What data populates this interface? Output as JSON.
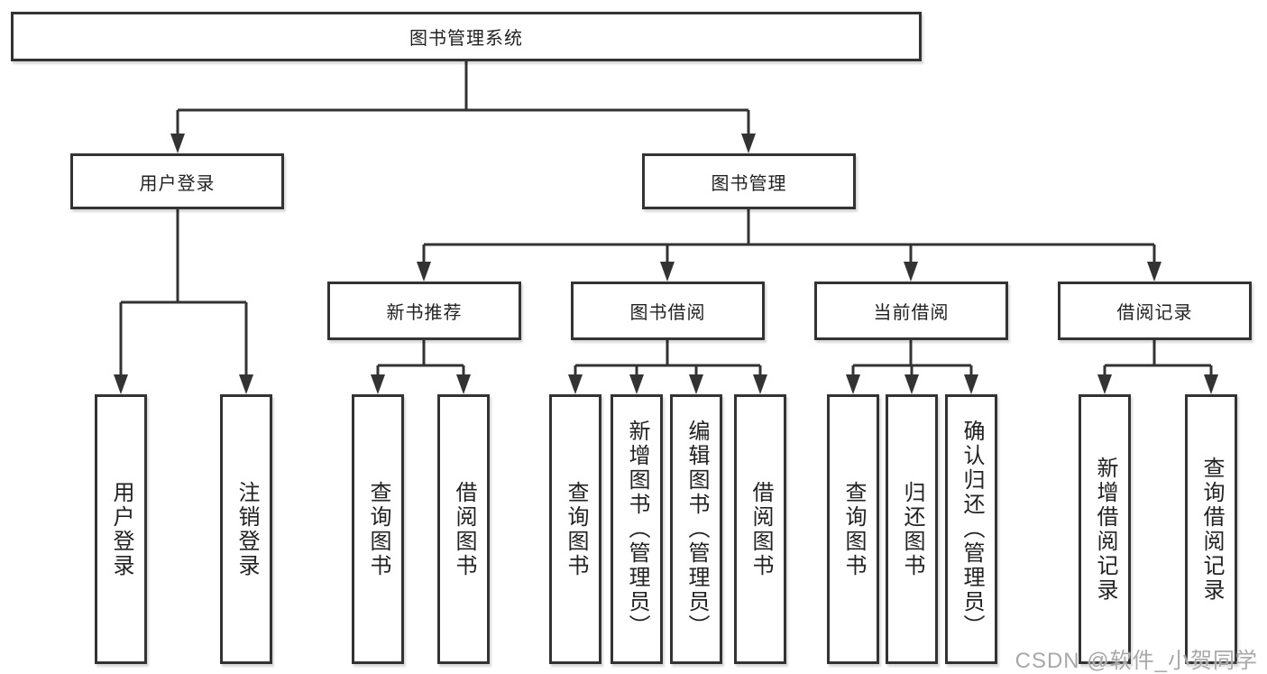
{
  "diagram": {
    "title": "图书管理系统",
    "level2": {
      "user_login": "用户登录",
      "book_mgmt": "图书管理"
    },
    "level3": {
      "new_book": "新书推荐",
      "borrow": "图书借阅",
      "current": "当前借阅",
      "records": "借阅记录"
    },
    "leaves": {
      "user_login": "用户登录",
      "logout": "注销登录",
      "nb_search": "查询图书",
      "nb_borrow": "借阅图书",
      "bb_search": "查询图书",
      "bb_add": "新增图书（管理员）",
      "bb_edit": "编辑图书（管理员）",
      "bb_borrow": "借阅图书",
      "cb_search": "查询图书",
      "cb_return": "归还图书",
      "cb_confirm": "确认归还（管理员）",
      "br_add": "新增借阅记录",
      "br_search": "查询借阅记录"
    }
  },
  "watermark": {
    "text": "CSDN @软件_小贺同学",
    "color": "#a8a8a8"
  },
  "colors": {
    "line": "#333333",
    "text": "#222222",
    "background": "#ffffff"
  }
}
